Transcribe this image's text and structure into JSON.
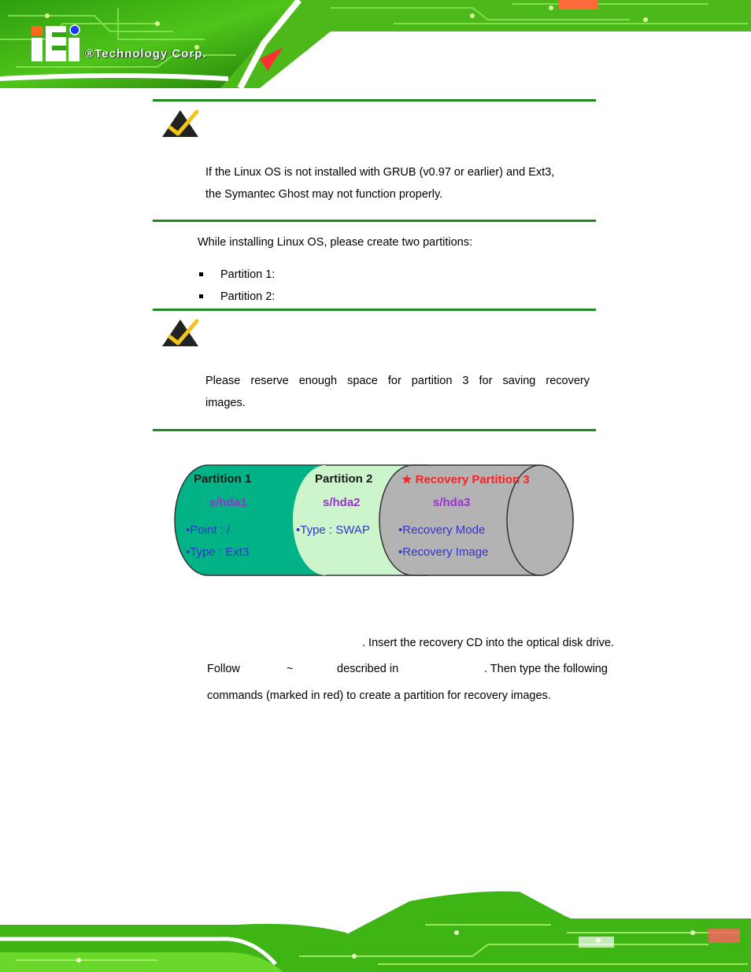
{
  "header": {
    "brand": "®Technology Corp."
  },
  "note1": {
    "line1": "If the Linux OS is not installed with GRUB (v0.97 or earlier) and Ext3,",
    "line2": "the Symantec Ghost may not function properly."
  },
  "intro": "While installing Linux OS, please create two partitions:",
  "bullets": [
    "Partition 1:",
    "Partition 2:"
  ],
  "note2": {
    "line1": "Please reserve enough space for partition 3 for saving recovery",
    "line2": "images."
  },
  "diagram": {
    "p1": {
      "title": "Partition 1",
      "dev": "s/hda1",
      "line1": "•Point : /",
      "line2": "•Type : Ext3"
    },
    "p2": {
      "title": "Partition 2",
      "dev": "s/hda2",
      "line1": "•Type : SWAP"
    },
    "p3": {
      "title": "★ Recovery Partition 3",
      "dev": "s/hda3",
      "line1": "•Recovery Mode",
      "line2": "•Recovery Image"
    }
  },
  "step": {
    "line1": ". Insert the recovery CD into the optical disk drive.",
    "follow": "Follow",
    "tilde": "~",
    "described": "described in",
    "then": ". Then type the following",
    "line3": "commands (marked in red) to create a partition for recovery images."
  },
  "colors": {
    "rule": "#1f8a1f",
    "partition1": "#00b386",
    "partition2": "#ccf5cc",
    "partition3": "#b3b3b3",
    "recovery_text": "#ff2020",
    "dev_text": "#9933cc",
    "bullet_text": "#3333cc"
  }
}
